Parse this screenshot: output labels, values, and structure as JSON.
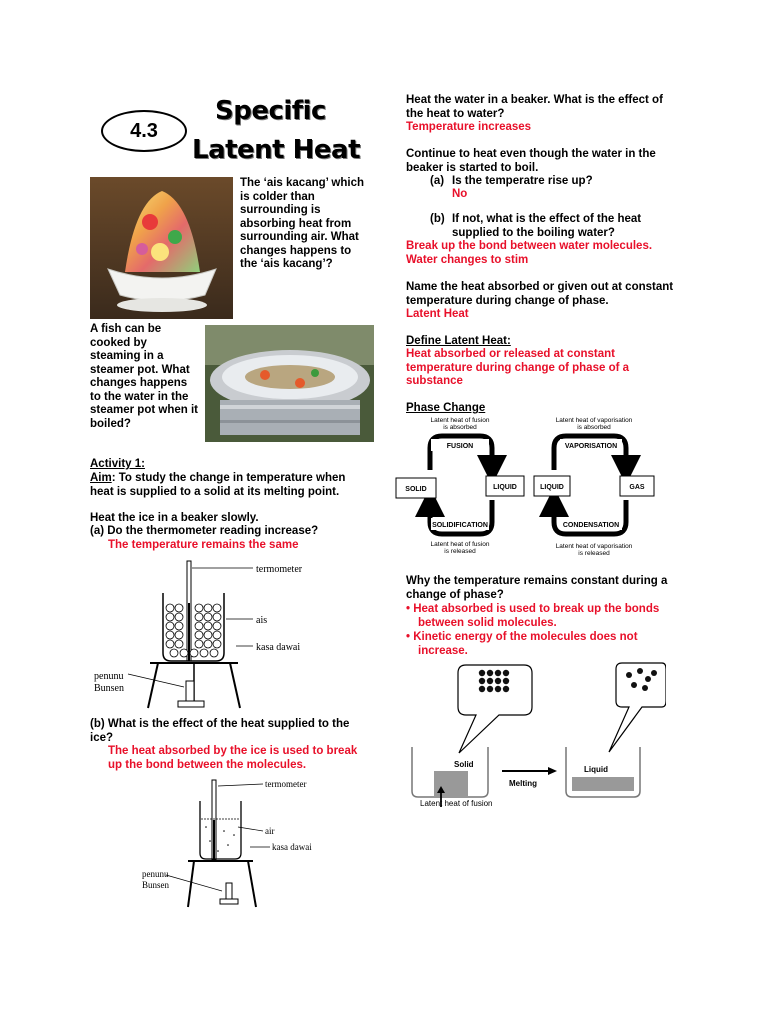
{
  "header": {
    "section_number": "4.3",
    "title_line1": "Specific",
    "title_line2": "Latent Heat"
  },
  "left": {
    "ais_kacang_question": "The ‘ais kacang’ which is colder than surrounding is absorbing heat from surrounding air.  What changes happens to the ‘ais kacang’?",
    "fish_question": "A fish can be cooked by steaming in a steamer pot.  What changes happens to the water in the steamer pot when it boiled?",
    "activity_title": "Activity 1:",
    "aim_label": "Aim",
    "aim_text": ": To study the change in temperature when heat is supplied to a solid at its melting point.",
    "instruction": "Heat the ice in a beaker slowly.",
    "q_a": "(a) Do the thermometer reading increase?",
    "q_a_answer": "The temperature remains the same",
    "q_b": "(b) What is the effect of the heat supplied to the ice?",
    "q_b_answer": "The heat absorbed by the ice is used to break up the bond between the molecules.",
    "fig1_labels": {
      "thermometer": "termometer",
      "ice": "ais",
      "gauze": "kasa dawai",
      "burner1": "penunu",
      "burner2": "Bunsen"
    },
    "fig2_labels": {
      "thermometer": "termometer",
      "water": "air",
      "gauze": "kasa dawai",
      "burner1": "penunu",
      "burner2": "Bunsen"
    }
  },
  "right": {
    "q1": "Heat the water in a beaker.  What is the effect of the heat to water?",
    "q1_answer": "Temperature increases",
    "q2": "Continue to heat even though the water in the beaker is started to boil.",
    "q2a_label": "(a)",
    "q2a": "Is the temperatre rise up?",
    "q2a_answer": "No",
    "q2b_label": "(b)",
    "q2b": "If not, what is the effect of the heat supplied to the boiling water?",
    "q2b_answer_1": "Break up the bond between water molecules.",
    "q2b_answer_2": "Water changes to stim",
    "q3": "Name the heat absorbed or given out at constant temperature during change of phase.",
    "q3_answer": "Latent Heat",
    "define_label": "Define Latent Heat:",
    "define_answer": "Heat absorbed or released at constant temperature during change of phase of a substance",
    "phase_change_label": "Phase Change",
    "q4": "Why the temperature remains constant during a change of phase?",
    "bullets": [
      "Heat absorbed is used to break up the bonds between solid molecules.",
      "Kinetic energy of the molecules does not increase."
    ]
  },
  "phase_diagram": {
    "fusion_top_1": "Latent heat of fusion",
    "fusion_top_2": "is absorbed",
    "fusion": "FUSION",
    "solid": "SOLID",
    "liquid": "LIQUID",
    "solidification": "SOLIDIFICATION",
    "fusion_bottom_1": "Latent heat of fusion",
    "fusion_bottom_2": "is released",
    "vap_top_1": "Latent heat of vaporisation",
    "vap_top_2": "is absorbed",
    "vaporisation": "VAPORISATION",
    "liquid2": "LIQUID",
    "gas": "GAS",
    "condensation": "CONDENSATION",
    "vap_bottom_1": "Latent heat of vaporisation",
    "vap_bottom_2": "is released"
  },
  "melting_diagram": {
    "solid": "Solid",
    "melting": "Melting",
    "liquid": "Liquid",
    "latent_heat": "Latent heat of fusion"
  }
}
